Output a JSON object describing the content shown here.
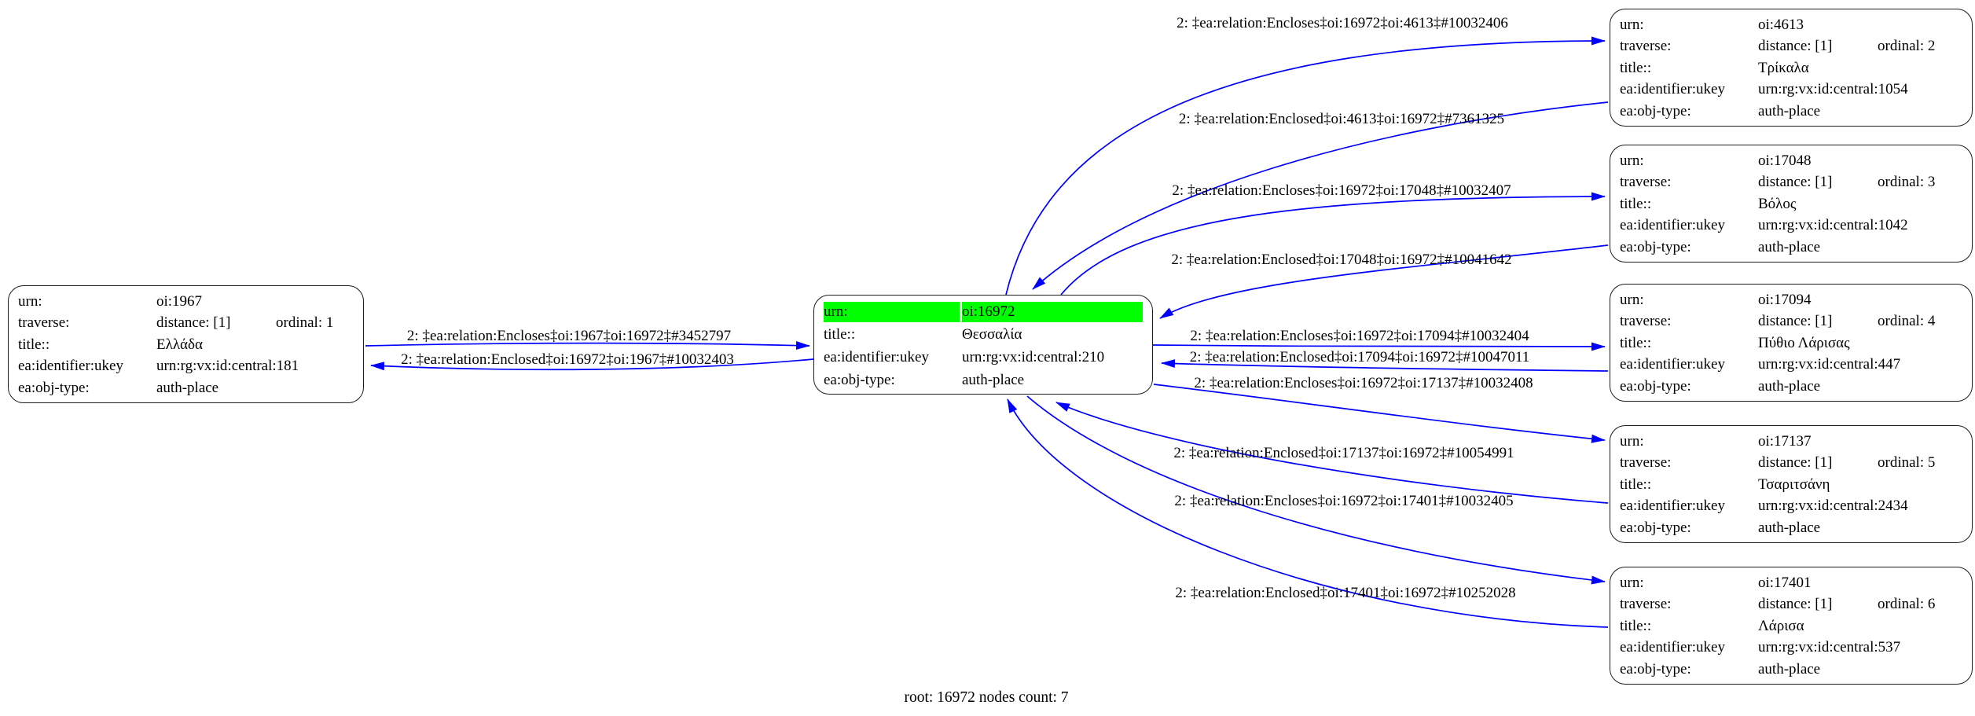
{
  "caption": "root: 16972 nodes count: 7",
  "colors": {
    "edge": "#0000ff",
    "highlight": "#00ff00",
    "node_border": "#1c1c1c"
  },
  "field_labels": {
    "urn": "urn:",
    "traverse": "traverse:",
    "title": "title::",
    "ukey": "ea:identifier:ukey",
    "objtype": "ea:obj-type:"
  },
  "nodes": {
    "greece": {
      "urn": "oi:1967",
      "distance": "distance: [1]",
      "ordinal": "ordinal: 1",
      "title": "Ελλάδα",
      "ukey": "urn:rg:vx:id:central:181",
      "objtype": "auth-place"
    },
    "thessaly": {
      "urn": "oi:16972",
      "title": "Θεσσαλία",
      "ukey": "urn:rg:vx:id:central:210",
      "objtype": "auth-place"
    },
    "right": [
      {
        "urn": "oi:4613",
        "distance": "distance: [1]",
        "ordinal": "ordinal: 2",
        "title": "Τρίκαλα",
        "ukey": "urn:rg:vx:id:central:1054",
        "objtype": "auth-place"
      },
      {
        "urn": "oi:17048",
        "distance": "distance: [1]",
        "ordinal": "ordinal: 3",
        "title": "Βόλος",
        "ukey": "urn:rg:vx:id:central:1042",
        "objtype": "auth-place"
      },
      {
        "urn": "oi:17094",
        "distance": "distance: [1]",
        "ordinal": "ordinal: 4",
        "title": "Πύθιο Λάρισας",
        "ukey": "urn:rg:vx:id:central:447",
        "objtype": "auth-place"
      },
      {
        "urn": "oi:17137",
        "distance": "distance: [1]",
        "ordinal": "ordinal: 5",
        "title": "Τσαριτσάνη",
        "ukey": "urn:rg:vx:id:central:2434",
        "objtype": "auth-place"
      },
      {
        "urn": "oi:17401",
        "distance": "distance: [1]",
        "ordinal": "ordinal: 6",
        "title": "Λάρισα",
        "ukey": "urn:rg:vx:id:central:537",
        "objtype": "auth-place"
      }
    ]
  },
  "edge_labels": {
    "left": [
      "2: ‡ea:relation:Encloses‡oi:1967‡oi:16972‡#3452797",
      "2: ‡ea:relation:Enclosed‡oi:16972‡oi:1967‡#10032403"
    ],
    "right": [
      "2: ‡ea:relation:Encloses‡oi:16972‡oi:4613‡#10032406",
      "2: ‡ea:relation:Enclosed‡oi:4613‡oi:16972‡#7361325",
      "2: ‡ea:relation:Encloses‡oi:16972‡oi:17048‡#10032407",
      "2: ‡ea:relation:Enclosed‡oi:17048‡oi:16972‡#10041642",
      "2: ‡ea:relation:Encloses‡oi:16972‡oi:17094‡#10032404",
      "2: ‡ea:relation:Enclosed‡oi:17094‡oi:16972‡#10047011",
      "2: ‡ea:relation:Encloses‡oi:16972‡oi:17137‡#10032408",
      "2: ‡ea:relation:Enclosed‡oi:17137‡oi:16972‡#10054991",
      "2: ‡ea:relation:Encloses‡oi:16972‡oi:17401‡#10032405",
      "2: ‡ea:relation:Enclosed‡oi:17401‡oi:16972‡#10252028"
    ]
  }
}
